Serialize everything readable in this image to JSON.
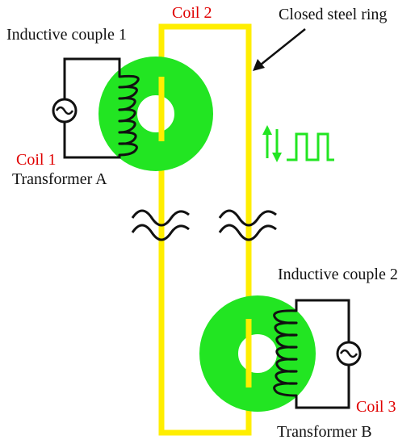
{
  "labels": {
    "inductive_couple_1": "Inductive couple 1",
    "inductive_couple_2": "Inductive couple 2",
    "coil_1": "Coil 1",
    "coil_2": "Coil 2",
    "coil_3": "Coil 3",
    "transformer_a": "Transformer A",
    "transformer_b": "Transformer B",
    "closed_steel_ring": "Closed steel ring"
  },
  "colors": {
    "core": "#22e522",
    "ring": "#ffee00",
    "signal": "#22e522",
    "text_red": "#e00000",
    "text_black": "#111111",
    "wire": "#111111"
  },
  "icons": {
    "source_1": "ac-source-icon",
    "source_2": "ac-source-icon",
    "signal": "up-down-arrows-and-square-wave-icon",
    "break_marks": "double-tilde-icon",
    "pointer": "arrow-icon"
  }
}
